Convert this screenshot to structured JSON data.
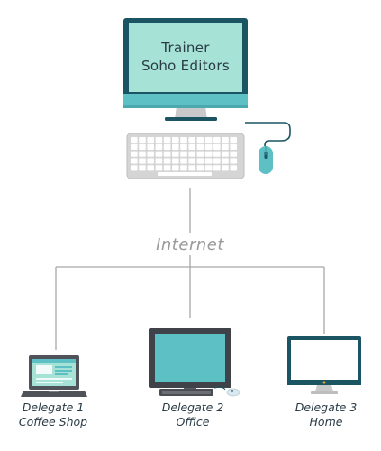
{
  "trainer": {
    "line1": "Trainer",
    "line2": "Soho Editors"
  },
  "network": {
    "label": "Internet"
  },
  "delegates": [
    {
      "name": "Delegate 1",
      "location": "Coffee Shop",
      "device": "laptop-icon"
    },
    {
      "name": "Delegate 2",
      "location": "Office",
      "device": "desktop-monitor-icon"
    },
    {
      "name": "Delegate 3",
      "location": "Home",
      "device": "imac-icon"
    }
  ],
  "colors": {
    "teal_screen": "#a6e3d6",
    "teal_dark": "#1b5462",
    "teal_mid": "#5cc0c5",
    "gray_line": "#9a9a9a",
    "gray_light": "#c6c6c6",
    "text_dark": "#2a3b45"
  }
}
